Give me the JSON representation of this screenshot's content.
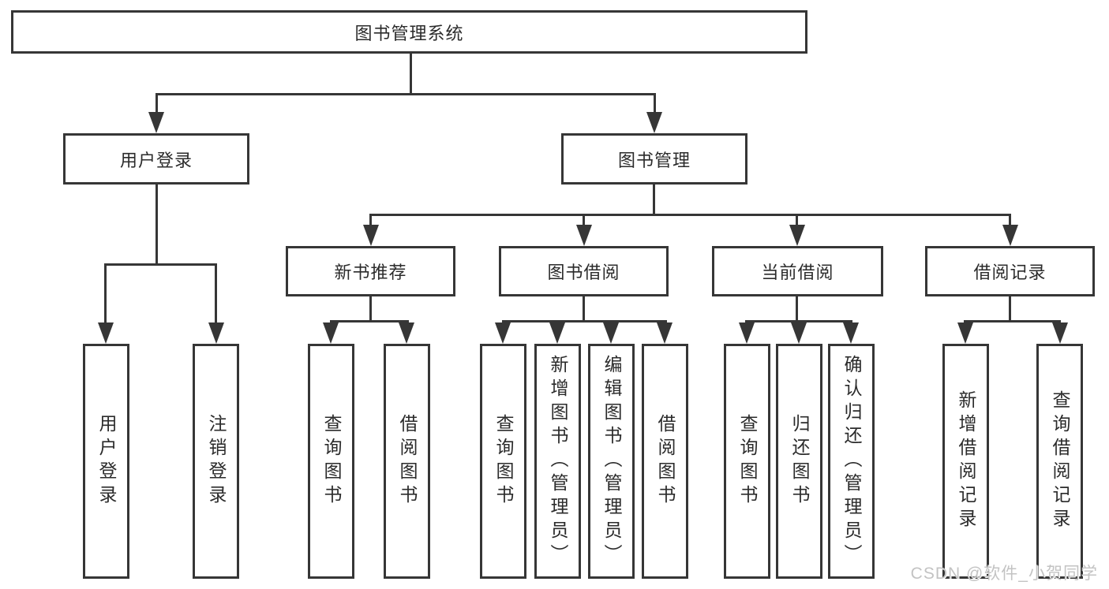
{
  "tree": {
    "root": "图书管理系统",
    "children": [
      {
        "label": "用户登录",
        "children": [
          "用户登录",
          "注销登录"
        ]
      },
      {
        "label": "图书管理",
        "children": [
          {
            "label": "新书推荐",
            "children": [
              "查询图书",
              "借阅图书"
            ]
          },
          {
            "label": "图书借阅",
            "children": [
              "查询图书",
              "新增图书（管理员）",
              "编辑图书（管理员）",
              "借阅图书"
            ]
          },
          {
            "label": "当前借阅",
            "children": [
              "查询图书",
              "归还图书",
              "确认归还（管理员）"
            ]
          },
          {
            "label": "借阅记录",
            "children": [
              "新增借阅记录",
              "查询借阅记录"
            ]
          }
        ]
      }
    ]
  },
  "watermark": {
    "text": "CSDN @软件_小贺同学"
  },
  "colors": {
    "line": "#363636",
    "text": "#2b2b2b",
    "watermark": "#c3c3c3",
    "background": "#ffffff"
  }
}
